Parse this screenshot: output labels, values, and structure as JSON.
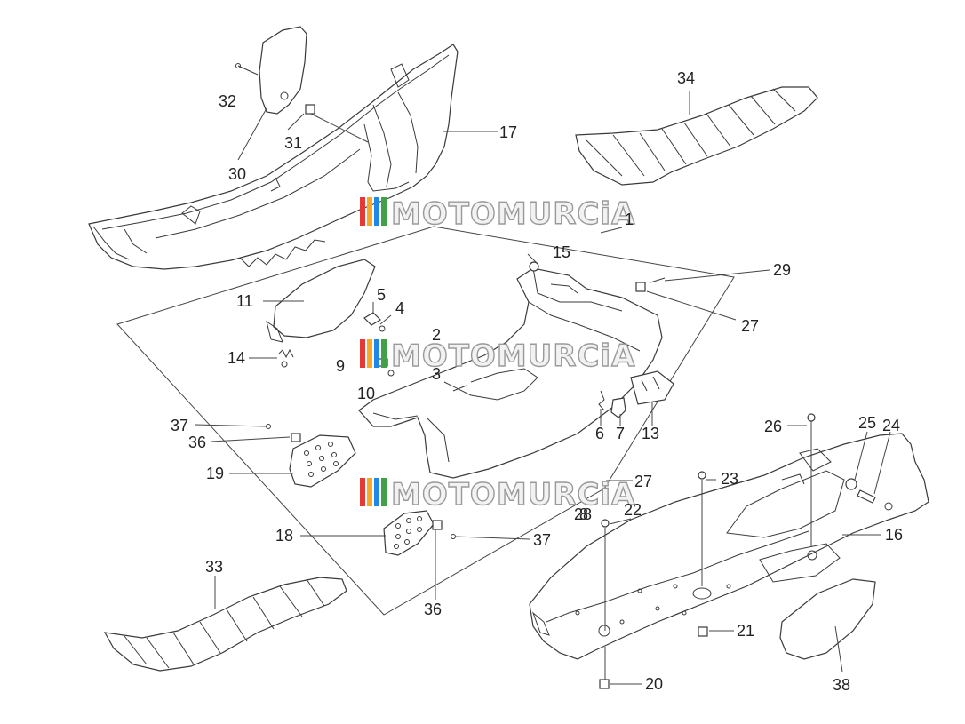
{
  "watermark": "MOTOMURCiA",
  "watermark_colors": [
    "#e53935",
    "#f9a825",
    "#1e88e5",
    "#43a047"
  ],
  "callouts": [
    "1",
    "2",
    "3",
    "4",
    "5",
    "6",
    "7",
    "8",
    "9",
    "10",
    "11",
    "13",
    "14",
    "15",
    "16",
    "17",
    "18",
    "19",
    "20",
    "21",
    "22",
    "23",
    "24",
    "25",
    "26",
    "27",
    "27",
    "28",
    "29",
    "30",
    "31",
    "32",
    "33",
    "34",
    "36",
    "36",
    "37",
    "37",
    "38"
  ]
}
